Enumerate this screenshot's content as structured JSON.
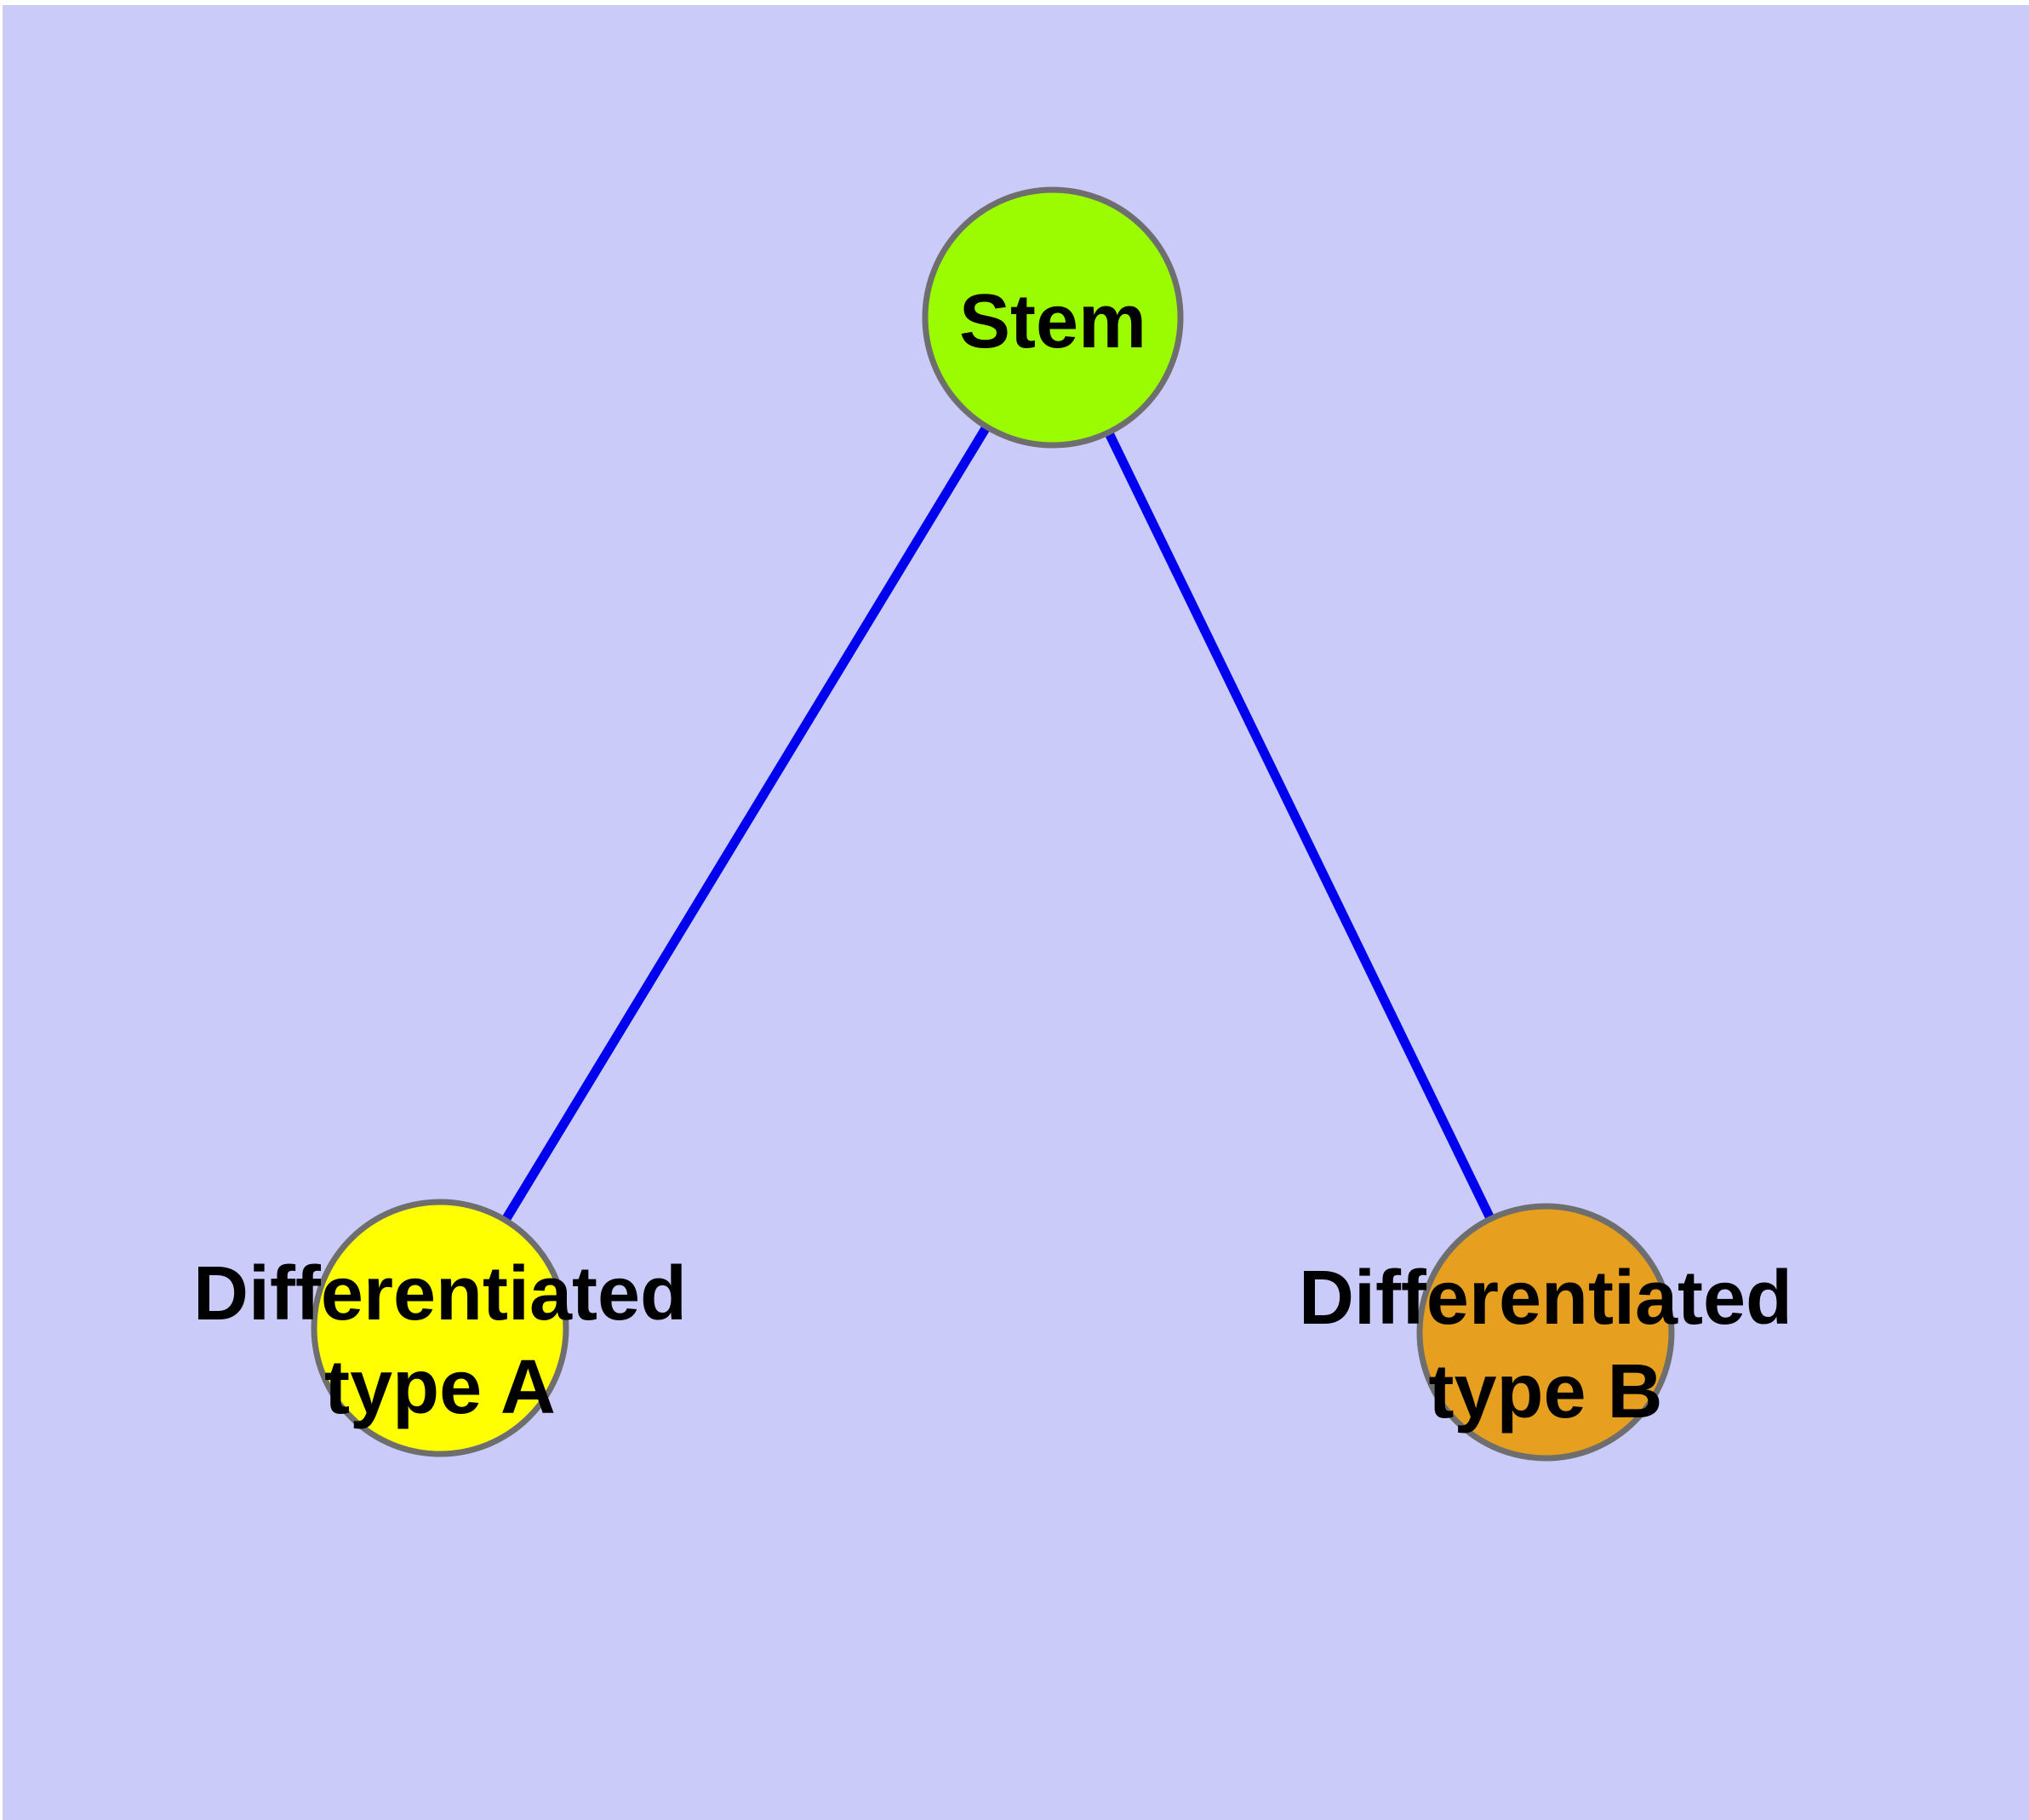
{
  "figure": {
    "background_color": "#CBCBFA",
    "page_color": "#FFFFFF",
    "text_color": "#000000"
  },
  "edges": {
    "color": "#0000EE",
    "list": [
      {
        "from": "stem",
        "to": "type_a"
      },
      {
        "from": "stem",
        "to": "type_b"
      }
    ]
  },
  "nodes": {
    "stem": {
      "label": "Stem",
      "fill": "#9BFB00",
      "stroke": "#6E6E6E"
    },
    "type_a": {
      "label_line1": "Differentiated",
      "label_line2": "type A",
      "fill": "#FFFF00",
      "stroke": "#6E6E6E"
    },
    "type_b": {
      "label_line1": "Differentiated",
      "label_line2": "type B",
      "fill": "#E69F1E",
      "stroke": "#6E6E6E"
    }
  }
}
